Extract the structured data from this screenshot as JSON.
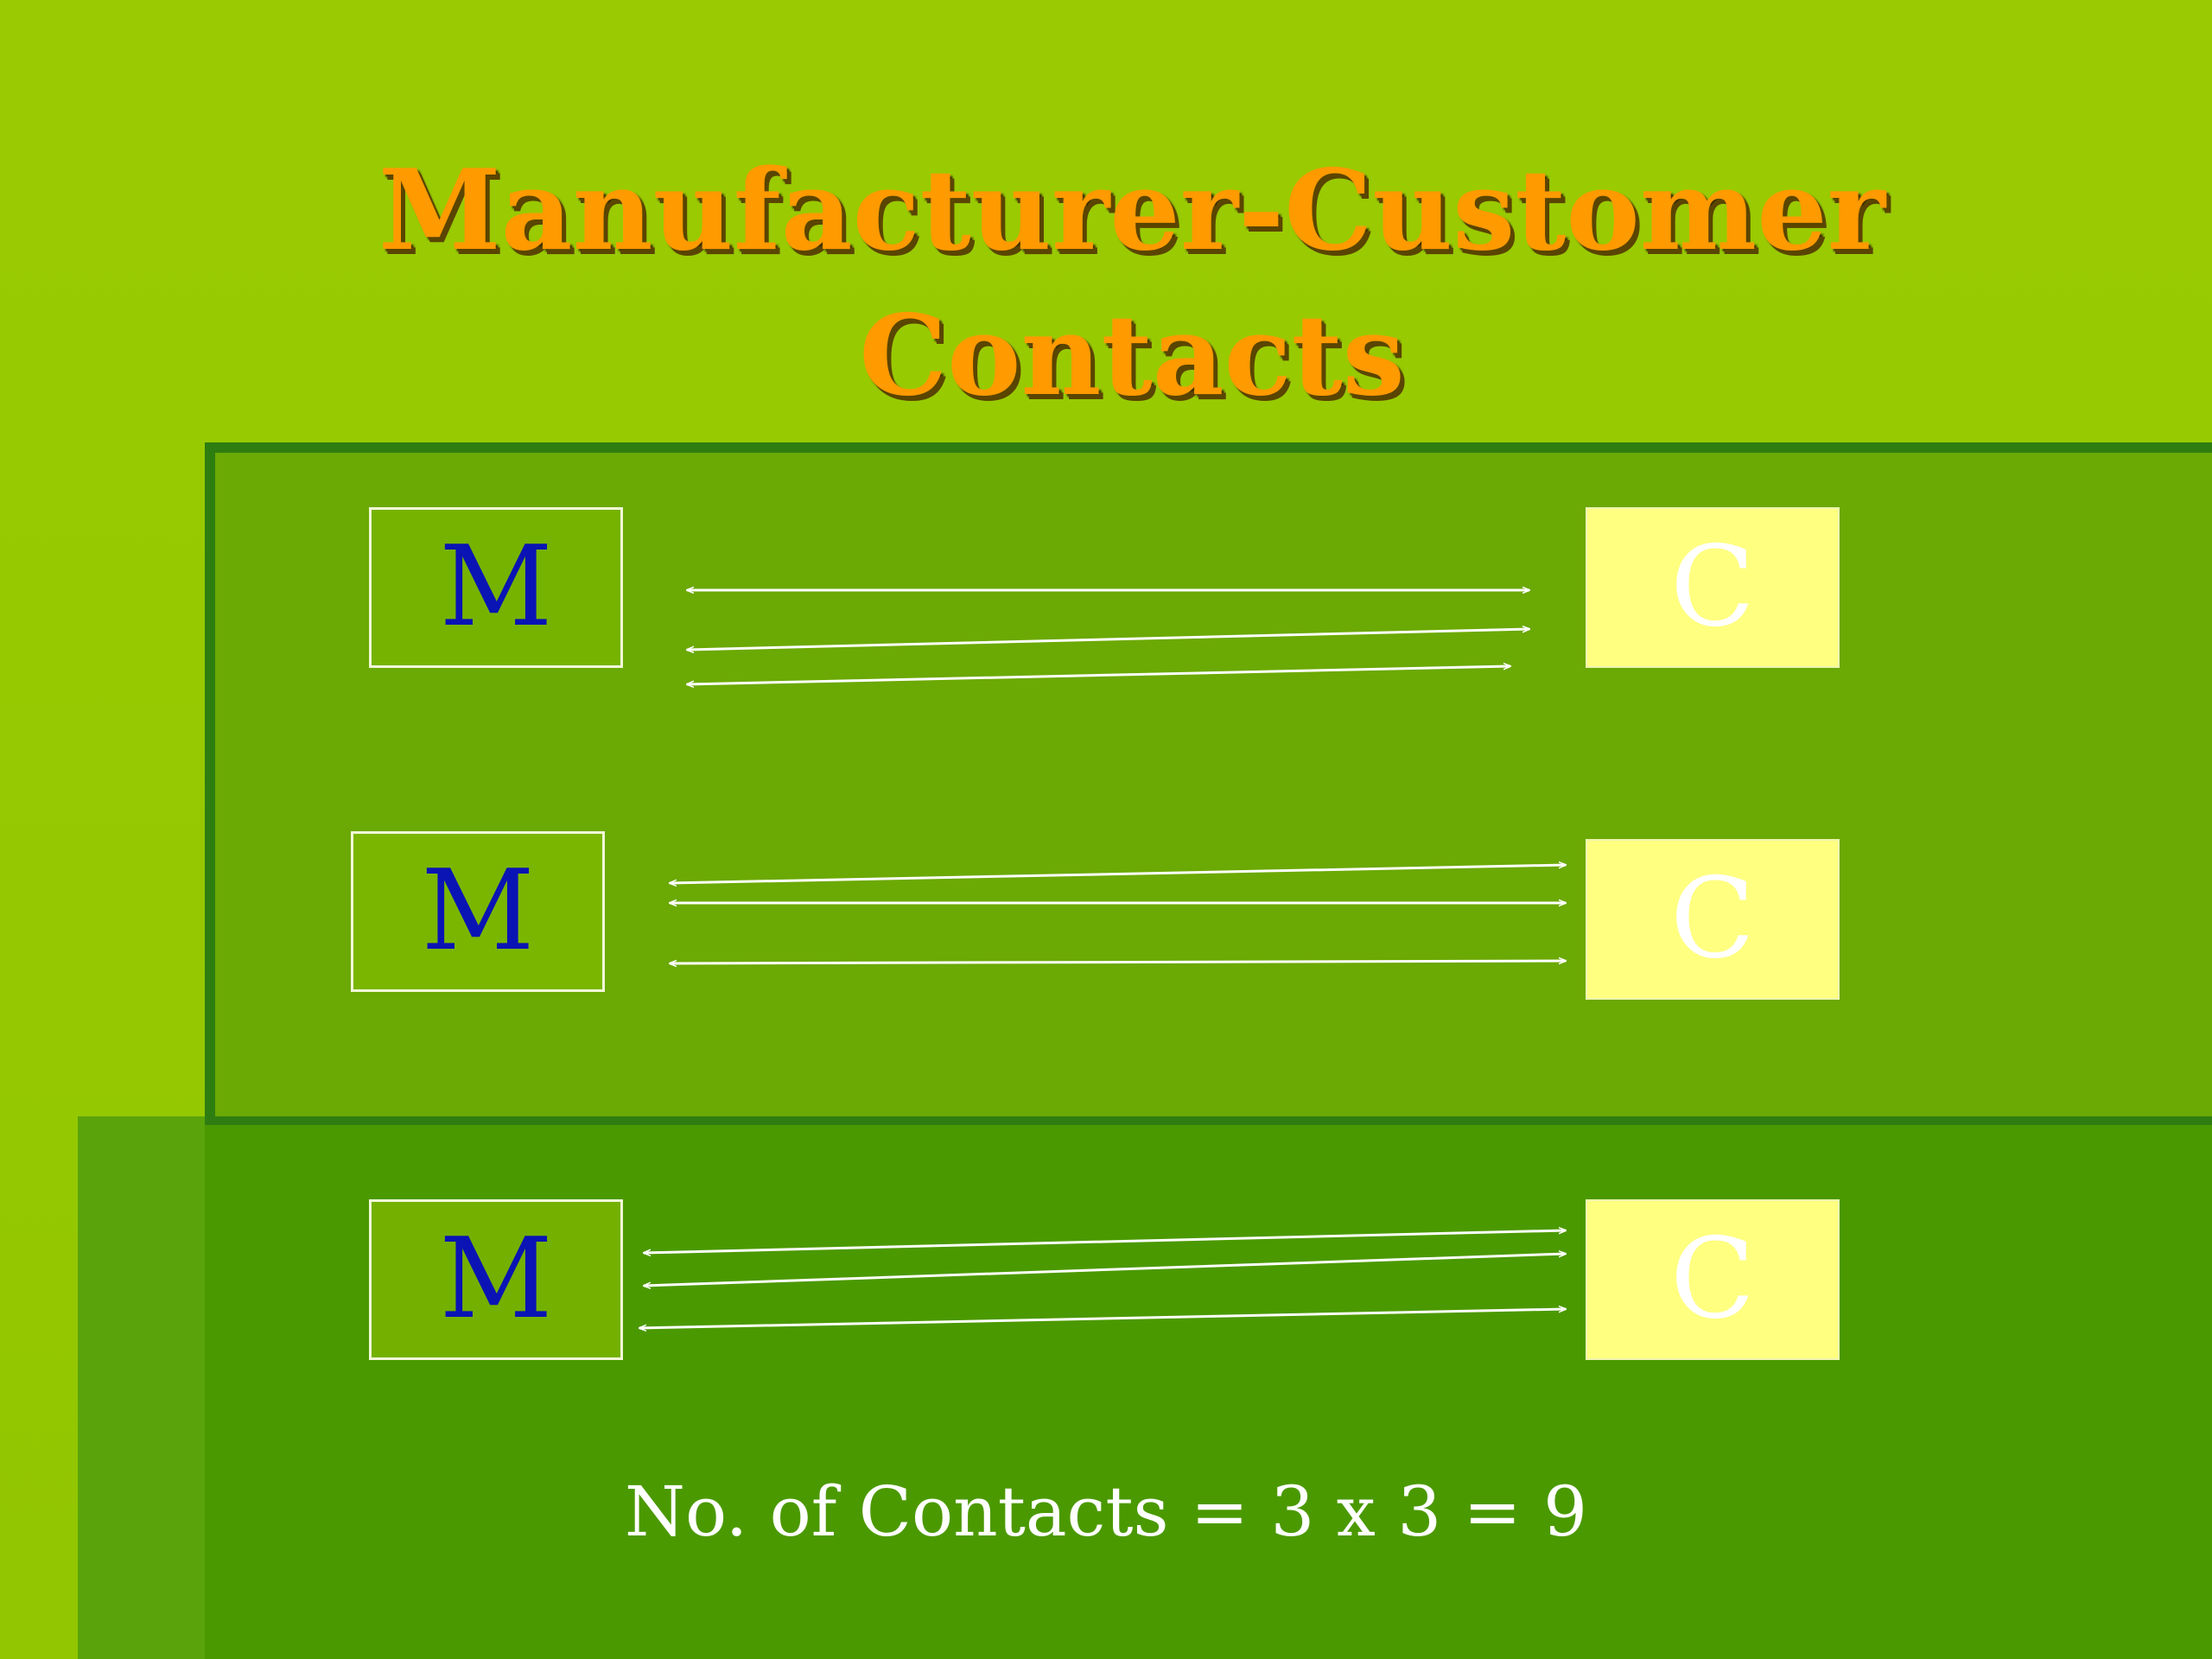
{
  "slide": {
    "title_line1": "Manufacturer-Customer",
    "title_line2": "Contacts",
    "formula": "No. of Contacts = 3 x 3 = 9"
  },
  "manufacturers": [
    {
      "label": "M"
    },
    {
      "label": "M"
    },
    {
      "label": "M"
    }
  ],
  "customers": [
    {
      "label": "C"
    },
    {
      "label": "C"
    },
    {
      "label": "C"
    }
  ],
  "contacts": [
    {
      "from": 0,
      "to": 0
    },
    {
      "from": 0,
      "to": 1
    },
    {
      "from": 0,
      "to": 2
    },
    {
      "from": 1,
      "to": 0
    },
    {
      "from": 1,
      "to": 1
    },
    {
      "from": 1,
      "to": 2
    },
    {
      "from": 2,
      "to": 0
    },
    {
      "from": 2,
      "to": 1
    },
    {
      "from": 2,
      "to": 2
    }
  ],
  "colors": {
    "title": "#ff9a00",
    "manufacturer_text": "#0a14b4",
    "customer_box": "#ffff80",
    "arrow": "#ffffff"
  }
}
